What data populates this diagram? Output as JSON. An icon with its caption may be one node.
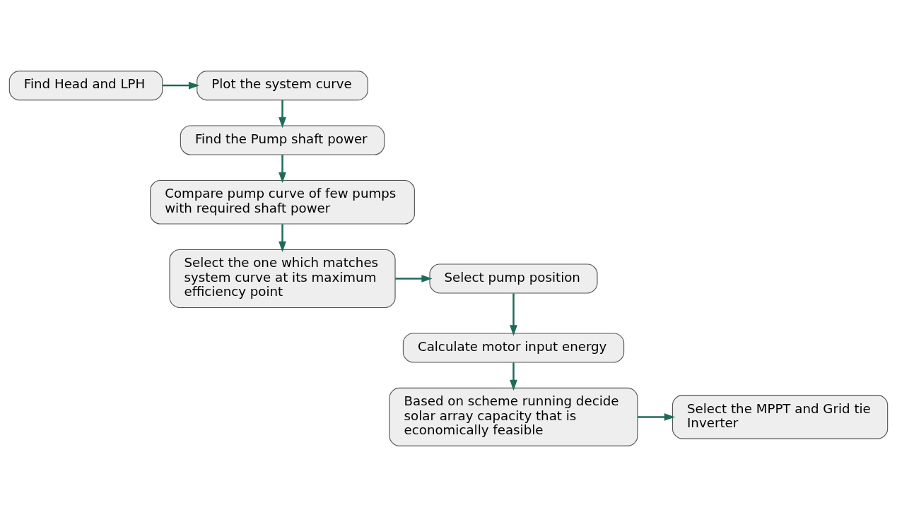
{
  "diagram": {
    "nodes": [
      {
        "text": [
          "Find Head and LPH"
        ]
      },
      {
        "text": [
          "Plot the system curve"
        ]
      },
      {
        "text": [
          "Find the Pump shaft power"
        ]
      },
      {
        "text": [
          "Compare pump curve of few pumps with required shaft power"
        ]
      },
      {
        "text": [
          "Select the one which matches system curve at its maximum efficiency point"
        ]
      },
      {
        "text": [
          "Select pump position"
        ]
      },
      {
        "text": [
          "Calculate motor input energy"
        ]
      },
      {
        "text": [
          "Based on scheme running decide solar array capacity that is economically feasible"
        ]
      },
      {
        "text": [
          "Select the MPPT and Grid tie Inverter"
        ]
      }
    ],
    "edges": [
      {
        "from": 0,
        "to": 1,
        "arrow": "to"
      },
      {
        "from": 1,
        "to": 2,
        "arrow": "to"
      },
      {
        "from": 2,
        "to": 3,
        "arrow": "to"
      },
      {
        "from": 3,
        "to": 4,
        "arrow": "to"
      },
      {
        "from": 4,
        "to": 5,
        "arrow": "to"
      },
      {
        "from": 5,
        "to": 6,
        "arrow": "to"
      },
      {
        "from": 6,
        "to": 7,
        "arrow": "to"
      },
      {
        "from": 7,
        "to": 8,
        "arrow": "to"
      }
    ]
  }
}
